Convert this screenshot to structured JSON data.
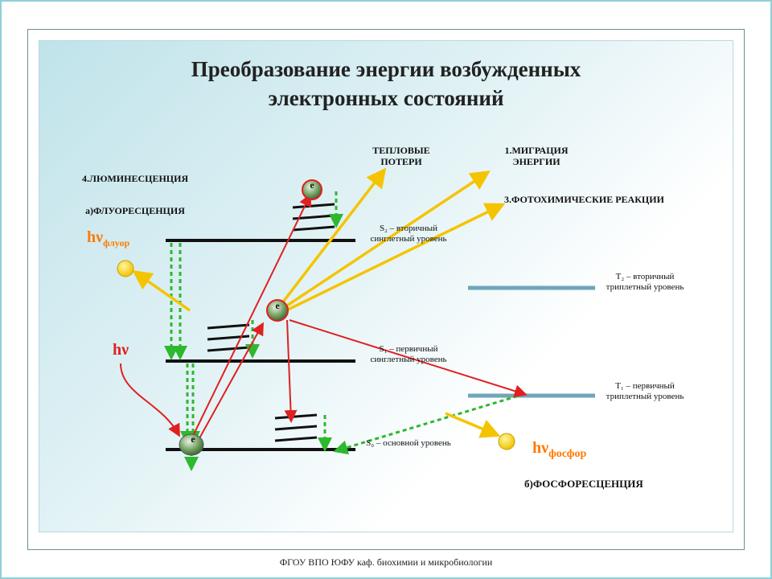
{
  "title_line1": "Преобразование энергии возбужденных",
  "title_line2": "электронных состояний",
  "labels": {
    "thermal_losses": "ТЕПЛОВЫЕ ПОТЕРИ",
    "migration": "1.МИГРАЦИЯ ЭНЕРГИИ",
    "photochem": "3.ФОТОХИМИЧЕСКИЕ РЕАКЦИИ",
    "luminescence": "4.ЛЮМИНЕСЦЕНЦИЯ",
    "fluorescence": "а)ФЛУОРЕСЦЕНЦИЯ",
    "phosphorescence": "б)ФОСФОРЕСЦЕНЦИЯ",
    "s2": "S₂ – вторичный синглетный уровень",
    "s1": "S₁ – первичный синглетный уровень",
    "s0": "S₀ – основной уровень",
    "t2": "T₂ – вторичный триплетный уровень",
    "t1": "T₁ – первичный триплетный уровень",
    "hv": "hν",
    "hv_fluor_base": "hν",
    "hv_fluor_sub": "флуор",
    "hv_phos_base": "hν",
    "hv_phos_sub": "фосфор",
    "electron": "e"
  },
  "footer": "ФГОУ ВПО ЮФУ  каф. биохимии и микробиологии",
  "colors": {
    "red": "#e02020",
    "yellow": "#f5c400",
    "green": "#2db82d",
    "triplet": "#6fa6b8"
  }
}
